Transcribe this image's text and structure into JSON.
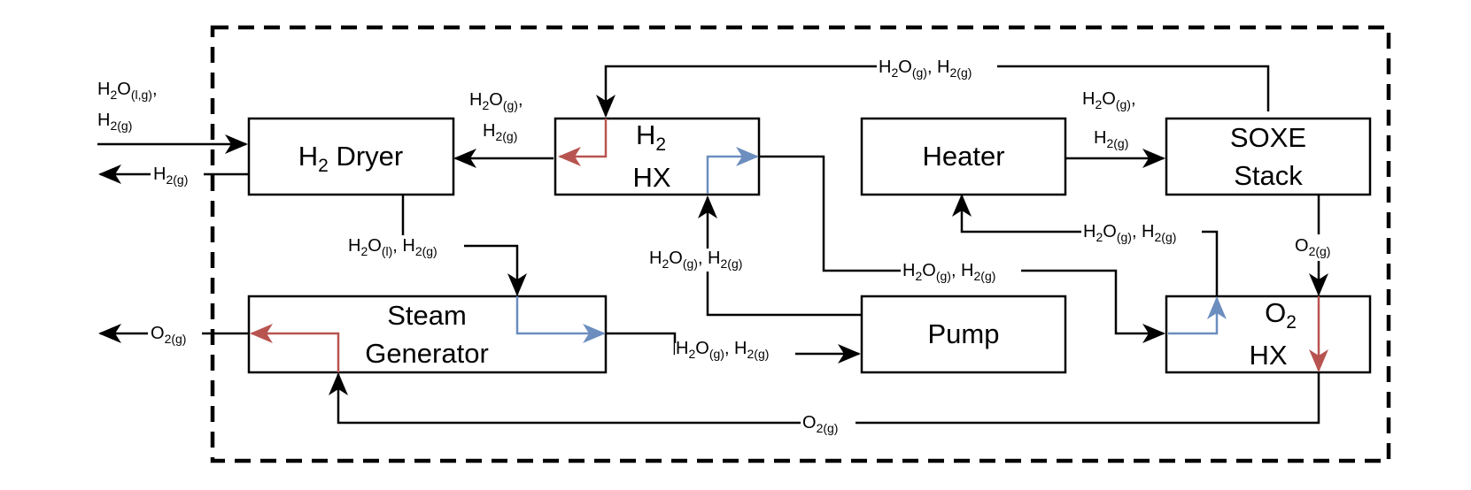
{
  "colors": {
    "line": "#000000",
    "cold_stream": "#6c8ebf",
    "hot_stream": "#b85450"
  },
  "blocks": {
    "dryer": {
      "h": "H",
      "sub": "2",
      "word": " Dryer"
    },
    "h2hx": {
      "h": "H",
      "sub": "2",
      "line2": "HX"
    },
    "heater": {
      "label": "Heater"
    },
    "soxe": {
      "line1": "SOXE",
      "line2": "Stack"
    },
    "steam": {
      "line1": "Steam",
      "line2": "Generator"
    },
    "pump": {
      "label": "Pump"
    },
    "o2hx": {
      "o": "O",
      "sub": "2",
      "line2": "HX"
    }
  },
  "streams": {
    "inlet": {
      "h2o": "H",
      "s1": "2",
      "o": "O",
      "s2": "(l,g)",
      "comma": ",",
      "h2": "H",
      "s3": "2(g)"
    },
    "dryer_out": {
      "h": "H",
      "s": "2(g)"
    },
    "o2_out": {
      "o": "O",
      "s": "2(g)"
    },
    "top_return": {
      "a": "H",
      "b": "2",
      "c": "O",
      "d": "(g)",
      "e": ", H",
      "f": "2(g)"
    },
    "hx_to_dryer": {
      "a": "H",
      "b": "2",
      "c": "O",
      "d": "(g)",
      "e": ",",
      "f": "H",
      "g": "2(g)"
    },
    "heater_to_soxe": {
      "a": "H",
      "b": "2",
      "c": "O",
      "d": "(g)",
      "e": ",",
      "f": "H",
      "g": "2(g)"
    },
    "dryer_to_steam": {
      "a": "H",
      "b": "2",
      "c": "O",
      "d": "(l)",
      "e": ", H",
      "f": "2(g)"
    },
    "o2hx_to_heater": {
      "a": "H",
      "b": "2",
      "c": "O",
      "d": "(g)",
      "e": ", H",
      "f": "2(g)"
    },
    "soxe_o2": {
      "a": "O",
      "b": "2(g)"
    },
    "pump_to_hx": {
      "a": "H",
      "b": "2",
      "c": "O",
      "d": "(g)",
      "e": ", H",
      "f": "2(g)"
    },
    "hx_to_o2hx": {
      "a": "H",
      "b": "2",
      "c": "O",
      "d": "(g)",
      "e": ", H",
      "f": "2(g)"
    },
    "steam_to_pump": {
      "a": "H",
      "b": "2",
      "c": "O",
      "d": "(g)",
      "e": ", H",
      "f": "2(g)"
    },
    "bottom_o2": {
      "a": "O",
      "b": "2(g)"
    }
  }
}
